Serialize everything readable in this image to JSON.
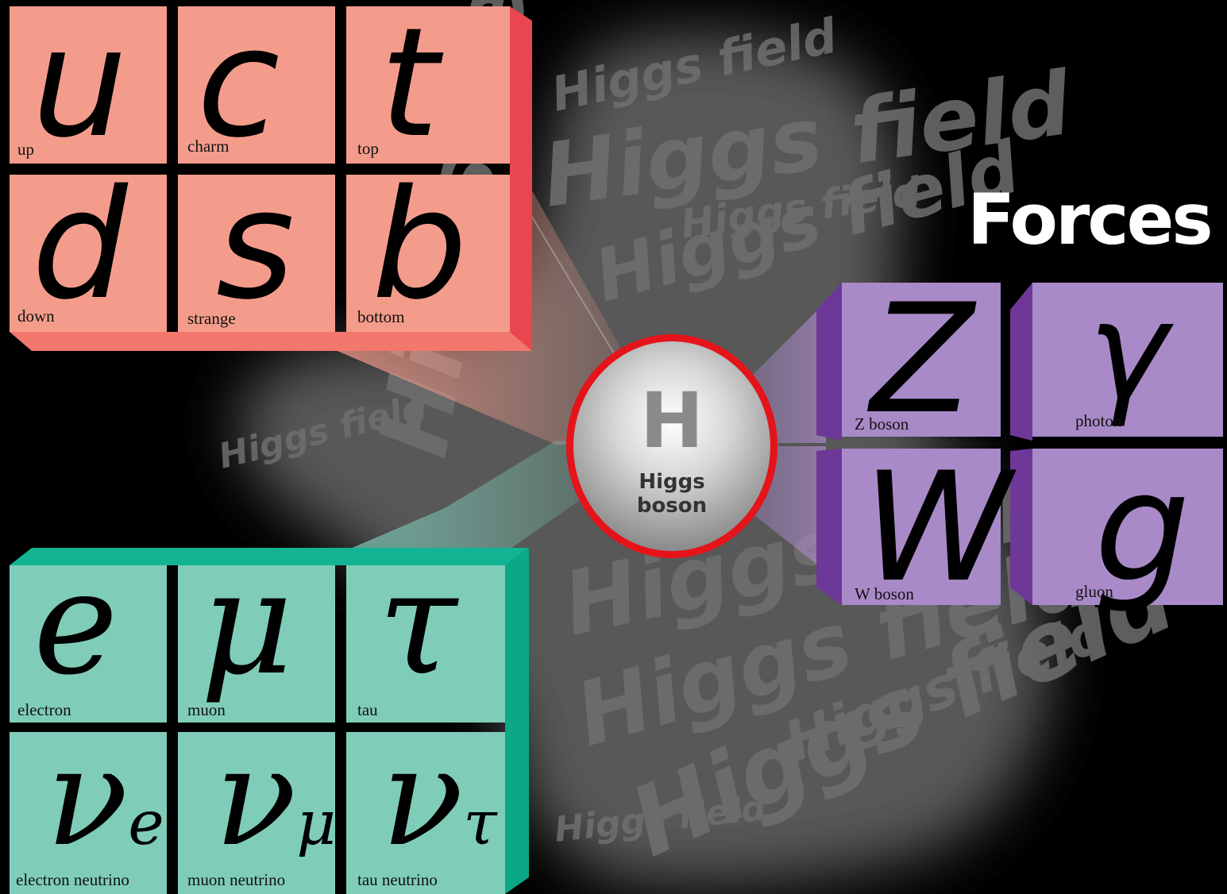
{
  "forces_title": "Forces",
  "higgs": {
    "symbol": "H",
    "name_line1": "Higgs",
    "name_line2": "boson"
  },
  "field_text": "Higgs field",
  "colors": {
    "quark": "#f49c8b",
    "quark_side": "#e94650",
    "quark_edge": "#f2776d",
    "lepton": "#7fcdb9",
    "lepton_side": "#0aa886",
    "lepton_edge": "#12b494",
    "boson": "#a98ac8",
    "boson_side": "#6e3899",
    "higgs_ring": "#e4141a"
  },
  "quarks": [
    {
      "symbol": "u",
      "label": "up"
    },
    {
      "symbol": "c",
      "label": "charm"
    },
    {
      "symbol": "t",
      "label": "top"
    },
    {
      "symbol": "d",
      "label": "down"
    },
    {
      "symbol": "s",
      "label": "strange"
    },
    {
      "symbol": "b",
      "label": "bottom"
    }
  ],
  "leptons": [
    {
      "symbol": "e",
      "label": "electron"
    },
    {
      "symbol": "μ",
      "label": "muon"
    },
    {
      "symbol": "τ",
      "label": "tau"
    },
    {
      "symbol": "ν",
      "subscript": "e",
      "label": "electron neutrino"
    },
    {
      "symbol": "ν",
      "subscript": "μ",
      "label": "muon neutrino"
    },
    {
      "symbol": "ν",
      "subscript": "τ",
      "label": "tau neutrino"
    }
  ],
  "bosons": [
    {
      "symbol": "Z",
      "label": "Z boson"
    },
    {
      "symbol": "γ",
      "label": "photon"
    },
    {
      "symbol": "W",
      "label": "W boson"
    },
    {
      "symbol": "g",
      "label": "gluon"
    }
  ]
}
